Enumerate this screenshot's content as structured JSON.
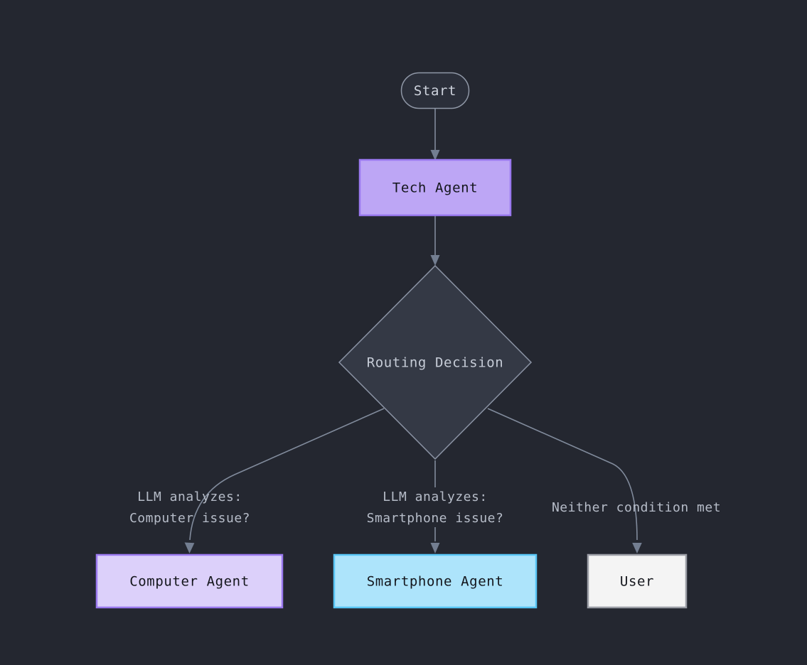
{
  "diagram": {
    "type": "flowchart",
    "direction": "top-down",
    "background_color": "#242730",
    "title": "Tech Agent Routing Flowchart",
    "nodes": [
      {
        "id": "start",
        "label": "Start",
        "shape": "stadium",
        "fill": "#2b2f3a",
        "border": "#8f97a6",
        "text_color": "#ced3dd"
      },
      {
        "id": "tech_agent",
        "label": "Tech Agent",
        "shape": "rect",
        "fill": "#bda6f5",
        "border": "#9a79ef",
        "text_color": "#14161c"
      },
      {
        "id": "routing_decision",
        "label": "Routing Decision",
        "shape": "diamond",
        "fill": "#343945",
        "border": "#8b93a4",
        "text_color": "#c6ccd7"
      },
      {
        "id": "computer_agent",
        "label": "Computer Agent",
        "shape": "rect",
        "fill": "#dcd0fa",
        "border": "#9a79ef",
        "text_color": "#14161c"
      },
      {
        "id": "smartphone_agent",
        "label": "Smartphone Agent",
        "shape": "rect",
        "fill": "#ade4fb",
        "border": "#58c6f5",
        "text_color": "#14161c"
      },
      {
        "id": "user",
        "label": "User",
        "shape": "rect",
        "fill": "#f4f4f4",
        "border": "#9b9ea6",
        "text_color": "#14161c"
      }
    ],
    "edges": [
      {
        "id": "e1",
        "from": "start",
        "to": "tech_agent",
        "label": ""
      },
      {
        "id": "e2",
        "from": "tech_agent",
        "to": "routing_decision",
        "label": ""
      },
      {
        "id": "e3",
        "from": "routing_decision",
        "to": "computer_agent",
        "label_line1": "LLM analyzes:",
        "label_line2": "Computer issue?"
      },
      {
        "id": "e4",
        "from": "routing_decision",
        "to": "smartphone_agent",
        "label_line1": "LLM analyzes:",
        "label_line2": "Smartphone issue?"
      },
      {
        "id": "e5",
        "from": "routing_decision",
        "to": "user",
        "label_line1": "Neither condition met",
        "label_line2": ""
      }
    ],
    "edge_color": "#818b9c",
    "arrow_color": "#737e91"
  }
}
